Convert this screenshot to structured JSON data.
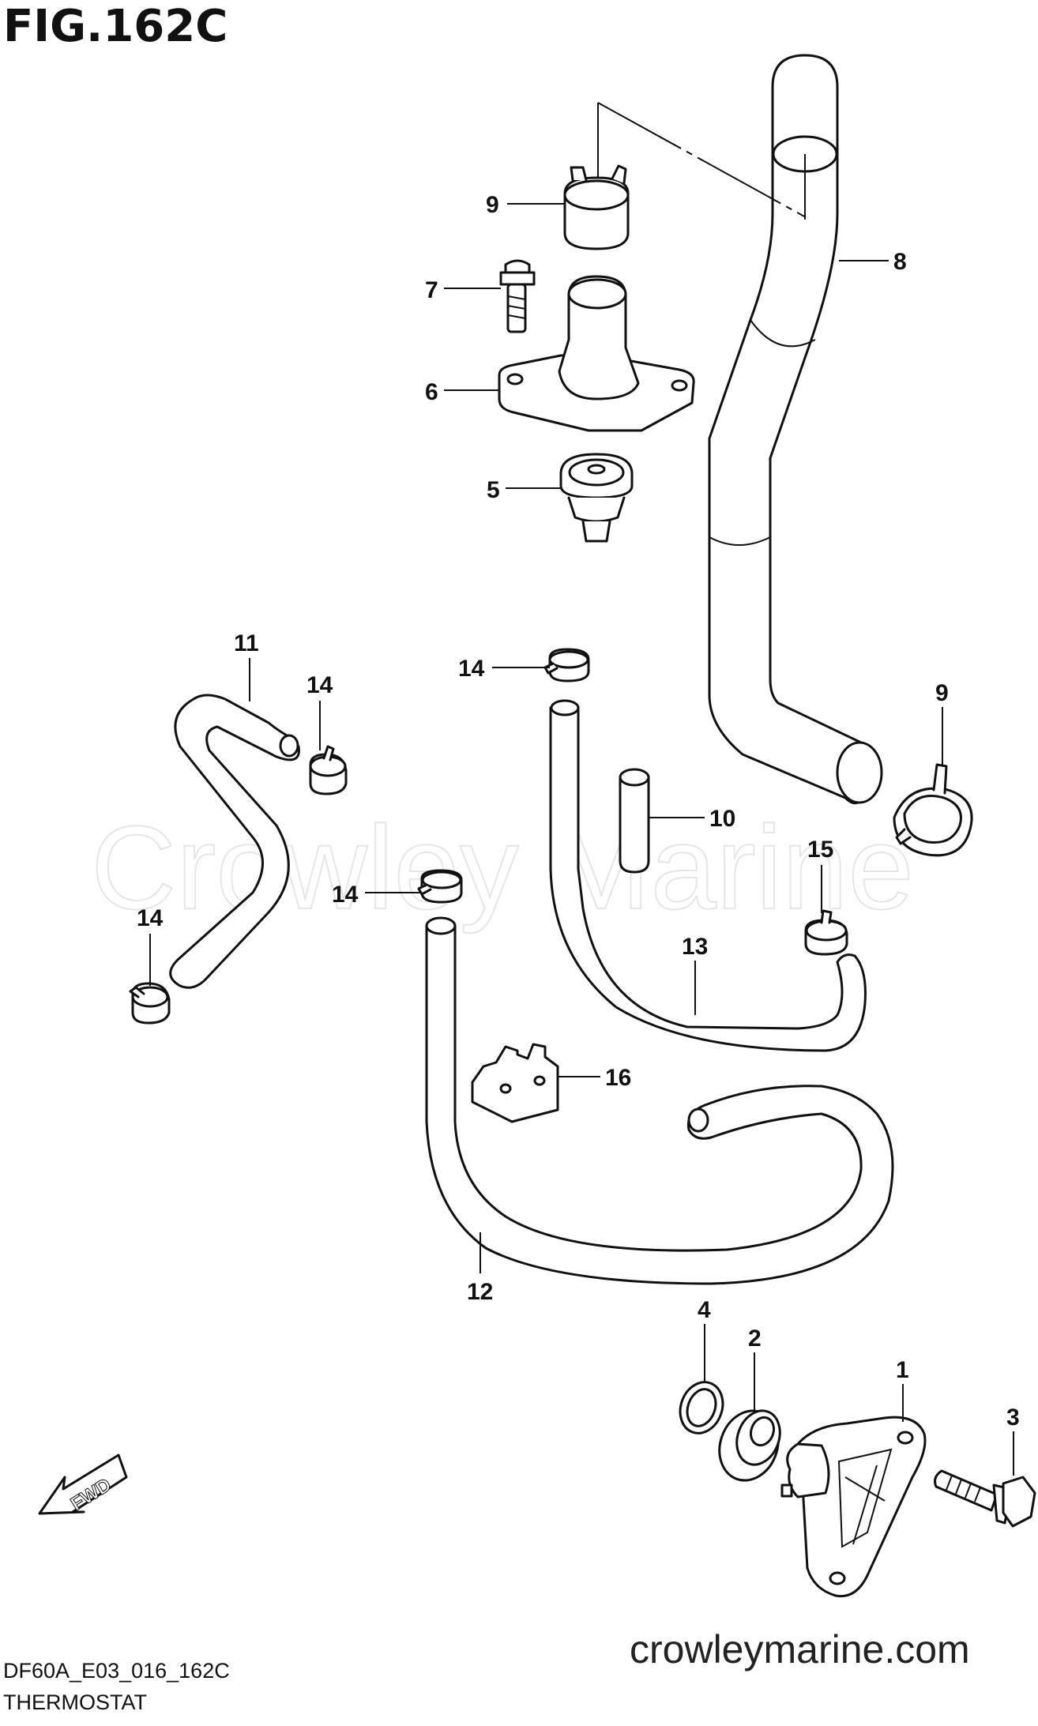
{
  "figure": {
    "title": "FIG.162C",
    "code": "DF60A_E03_016_162C",
    "caption": "THERMOSTAT"
  },
  "watermark": "Crowley Marine",
  "website": "crowleymarine.com",
  "fwd_label": "FWD",
  "callouts": {
    "c9a": "9",
    "c8": "8",
    "c7": "7",
    "c6": "6",
    "c5": "5",
    "c11": "11",
    "c14a": "14",
    "c14b": "14",
    "c14c": "14",
    "c14d": "14",
    "c9b": "9",
    "c10": "10",
    "c15": "15",
    "c13": "13",
    "c16": "16",
    "c12": "12",
    "c4": "4",
    "c2": "2",
    "c1": "1",
    "c3": "3"
  },
  "colors": {
    "line": "#111111",
    "background": "#ffffff",
    "watermark": "#e6e6e6"
  }
}
